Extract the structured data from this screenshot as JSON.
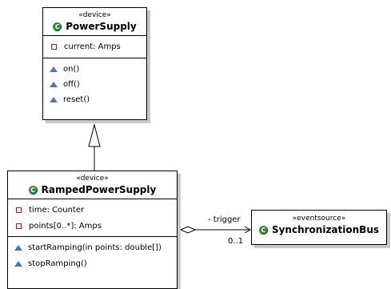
{
  "classes": {
    "power_supply": {
      "stereotype": "«device»",
      "name": "PowerSupply",
      "attributes": [
        "current: Amps"
      ],
      "operations": [
        "on()",
        "off()",
        "reset()"
      ]
    },
    "ramped": {
      "stereotype": "«device»",
      "name": "RampedPowerSupply",
      "attributes": [
        "time: Counter",
        "points[0..*]: Amps"
      ],
      "operations": [
        "startRamping(in points: double[])",
        "stopRamping()"
      ]
    },
    "sync_bus": {
      "stereotype": "«eventsource»",
      "name": "SynchronizationBus"
    }
  },
  "association": {
    "role": "- trigger",
    "multiplicity": "0..1"
  },
  "icons": {
    "class": "class-c-icon",
    "attribute": "private-attribute-icon",
    "operation": "package-operation-icon"
  },
  "colors": {
    "class_icon": "#2e8b3a",
    "attribute_icon": "#b01818",
    "operation_icon": "#4a78b8"
  }
}
